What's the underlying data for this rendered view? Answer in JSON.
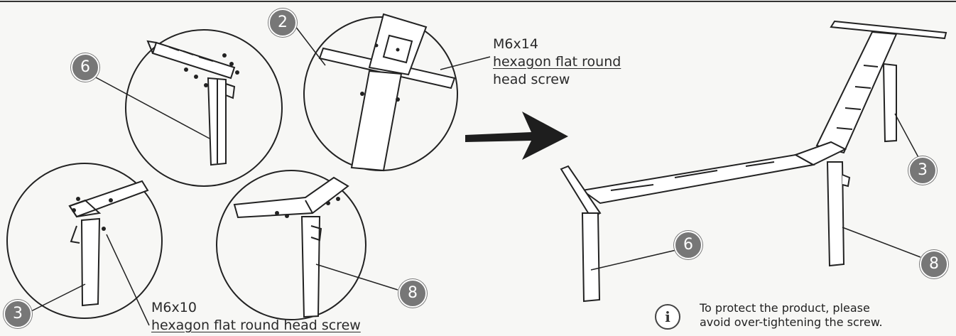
{
  "badges": {
    "b6_left": "6",
    "b2": "2",
    "b3_left": "3",
    "b8_left": "8",
    "b3_right": "3",
    "b6_right": "6",
    "b8_right": "8"
  },
  "callouts": {
    "m6x14_spec": "M6x14",
    "m6x14_line1": "hexagon flat round",
    "m6x14_line2": "head screw",
    "m6x10_spec": "M6x10",
    "m6x10_desc": "hexagon flat round head screw"
  },
  "note": {
    "icon": "info-icon",
    "line1": "To protect the product, please",
    "line2": "avoid over-tightening the screw."
  }
}
